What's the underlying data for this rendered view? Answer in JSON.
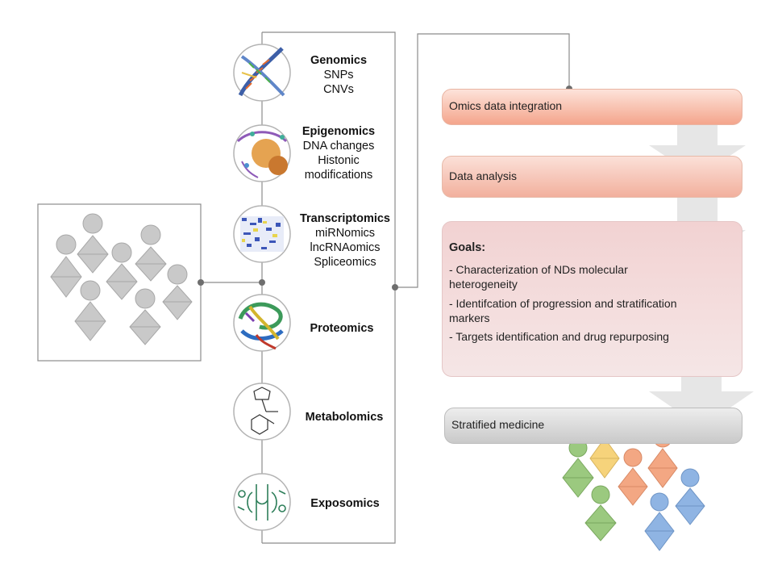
{
  "omics_layers": [
    {
      "title": "Genomics",
      "items": [
        "SNPs",
        "CNVs"
      ],
      "icon": "dna-helix-icon"
    },
    {
      "title": "Epigenomics",
      "items": [
        "DNA changes",
        "Histonic",
        "modifications"
      ],
      "icon": "nucleosome-icon"
    },
    {
      "title": "Transcriptomics",
      "items": [
        "miRNomics",
        "lncRNAomics",
        "Spliceomics"
      ],
      "icon": "heatmap-icon"
    },
    {
      "title": "Proteomics",
      "items": [],
      "icon": "protein-ribbon-icon"
    },
    {
      "title": "Metabolomics",
      "items": [],
      "icon": "chemical-structure-icon"
    },
    {
      "title": "Exposomics",
      "items": [],
      "icon": "environment-body-icon"
    }
  ],
  "pipeline": {
    "step1": "Omics data integration",
    "step2": "Data analysis",
    "goals_title": "Goals:",
    "goals": [
      "-  Characterization of NDs molecular heterogeneity",
      "- Identifcation of progression and stratification markers",
      "-  Targets identification and drug repurposing"
    ],
    "step4": "Stratified medicine"
  },
  "colors": {
    "line": "#8c8c8c",
    "patient_gray": "#c9c9c9",
    "group_green": "#9bc97f",
    "group_yellow": "#f6d37b",
    "group_orange": "#f3a783",
    "group_blue": "#8fb4e3",
    "arrow": "#e3e3e3"
  }
}
